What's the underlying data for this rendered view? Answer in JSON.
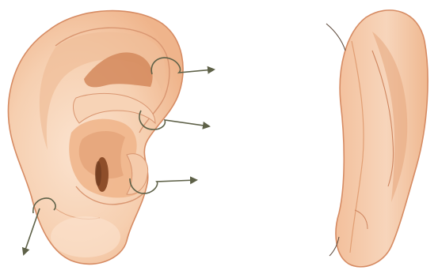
{
  "figure": {
    "views": [
      "ear-front-view",
      "ear-side-view"
    ],
    "pointer_count": 4,
    "colors": {
      "background": "#ffffff",
      "skin_light": "#f9dcc4",
      "skin_mid": "#f4c3a0",
      "skin_shadow": "#dc9467",
      "skin_dark": "#c7774b",
      "canal": "#8e4e2a",
      "outline": "#cf8660",
      "arrow": "#5e6148"
    }
  }
}
